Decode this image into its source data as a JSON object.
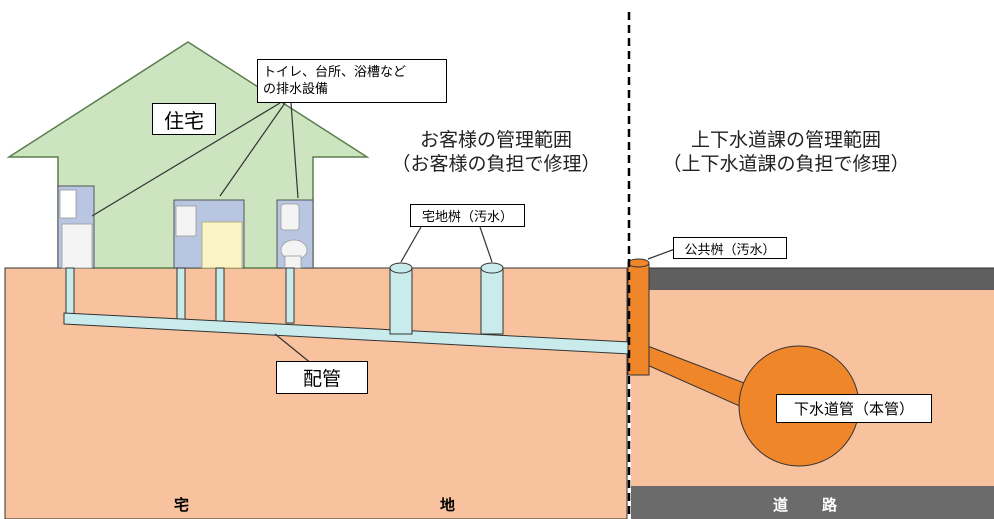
{
  "colors": {
    "roof": "#cde4c0",
    "house_outline": "#5b7f4f",
    "soil": "#f8c29e",
    "pipe_private": "#c9ebeb",
    "pipe_public": "#f0862a",
    "road_surface": "#5f5f5f",
    "road_band": "#6b6b6b",
    "boundary_line": "#000000"
  },
  "house": {
    "label": "住宅",
    "fixtures_callout": {
      "line1": "トイレ、台所、浴槽など",
      "line2": "の排水設備"
    }
  },
  "customer_area": {
    "title": "お客様の管理範囲",
    "subtitle": "（お客様の負担で修理）"
  },
  "public_area": {
    "title": "上下水道課の管理範囲",
    "subtitle": "（上下水道課の負担で修理）"
  },
  "labels": {
    "house_inlet": "宅地桝（汚水）",
    "public_inlet": "公共桝（汚水）",
    "pipe": "配管",
    "sewer_main": "下水道管（本管）"
  },
  "ground_labels": {
    "private_left": "宅",
    "private_right": "地",
    "road_left": "道",
    "road_right": "路"
  }
}
